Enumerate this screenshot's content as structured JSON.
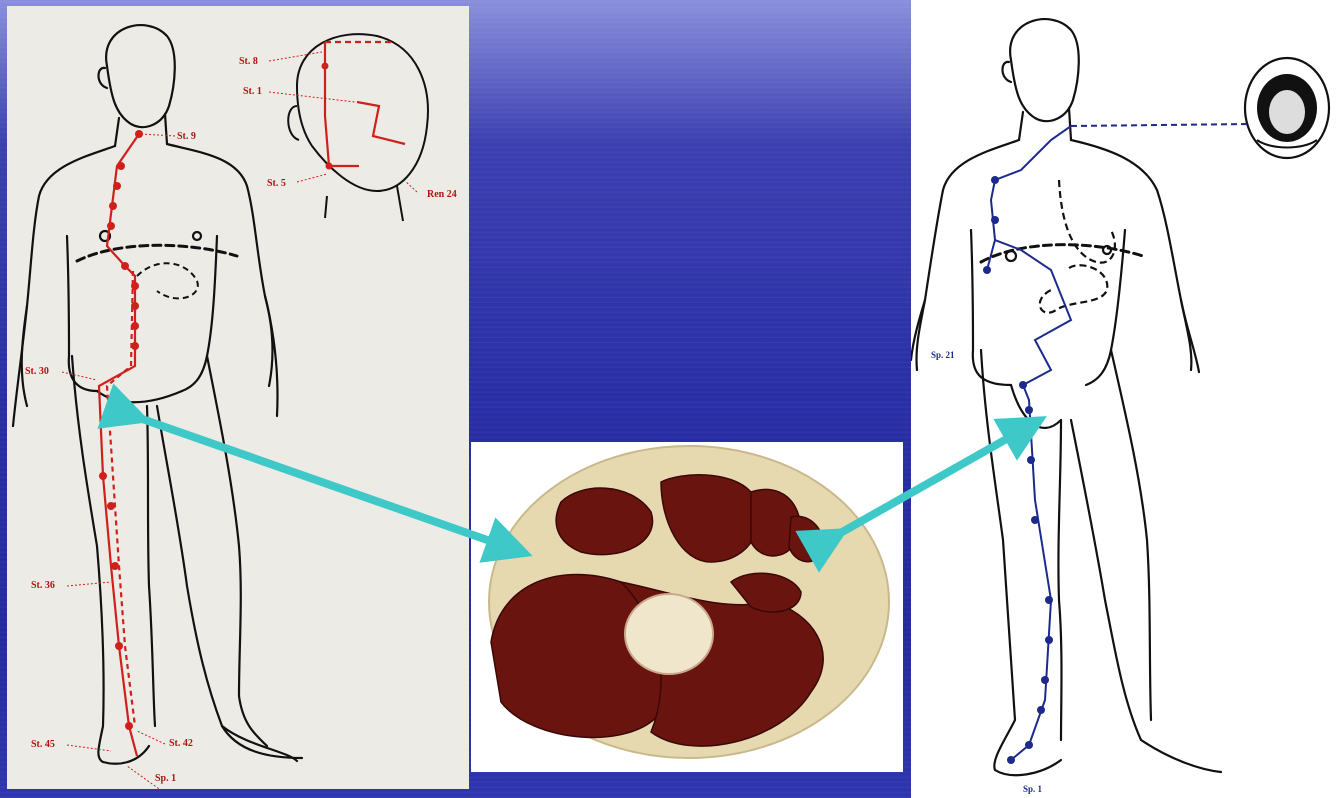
{
  "left_labels": {
    "st8": "St. 8",
    "st1": "St. 1",
    "st9": "St. 9",
    "st5": "St. 5",
    "ren24": "Ren 24",
    "st30": "St. 30",
    "st36": "St. 36",
    "st45": "St. 45",
    "st42": "St. 42",
    "sp1": "Sp. 1"
  },
  "right_labels": {
    "sp21": "Sp. 21",
    "sp1": "Sp. 1"
  },
  "colors": {
    "stomach_meridian": "#d0201c",
    "spleen_meridian": "#1d2a8c",
    "arrow": "#3ec8c8",
    "muscle": "#6a1410",
    "fat": "#e6d9b0"
  }
}
